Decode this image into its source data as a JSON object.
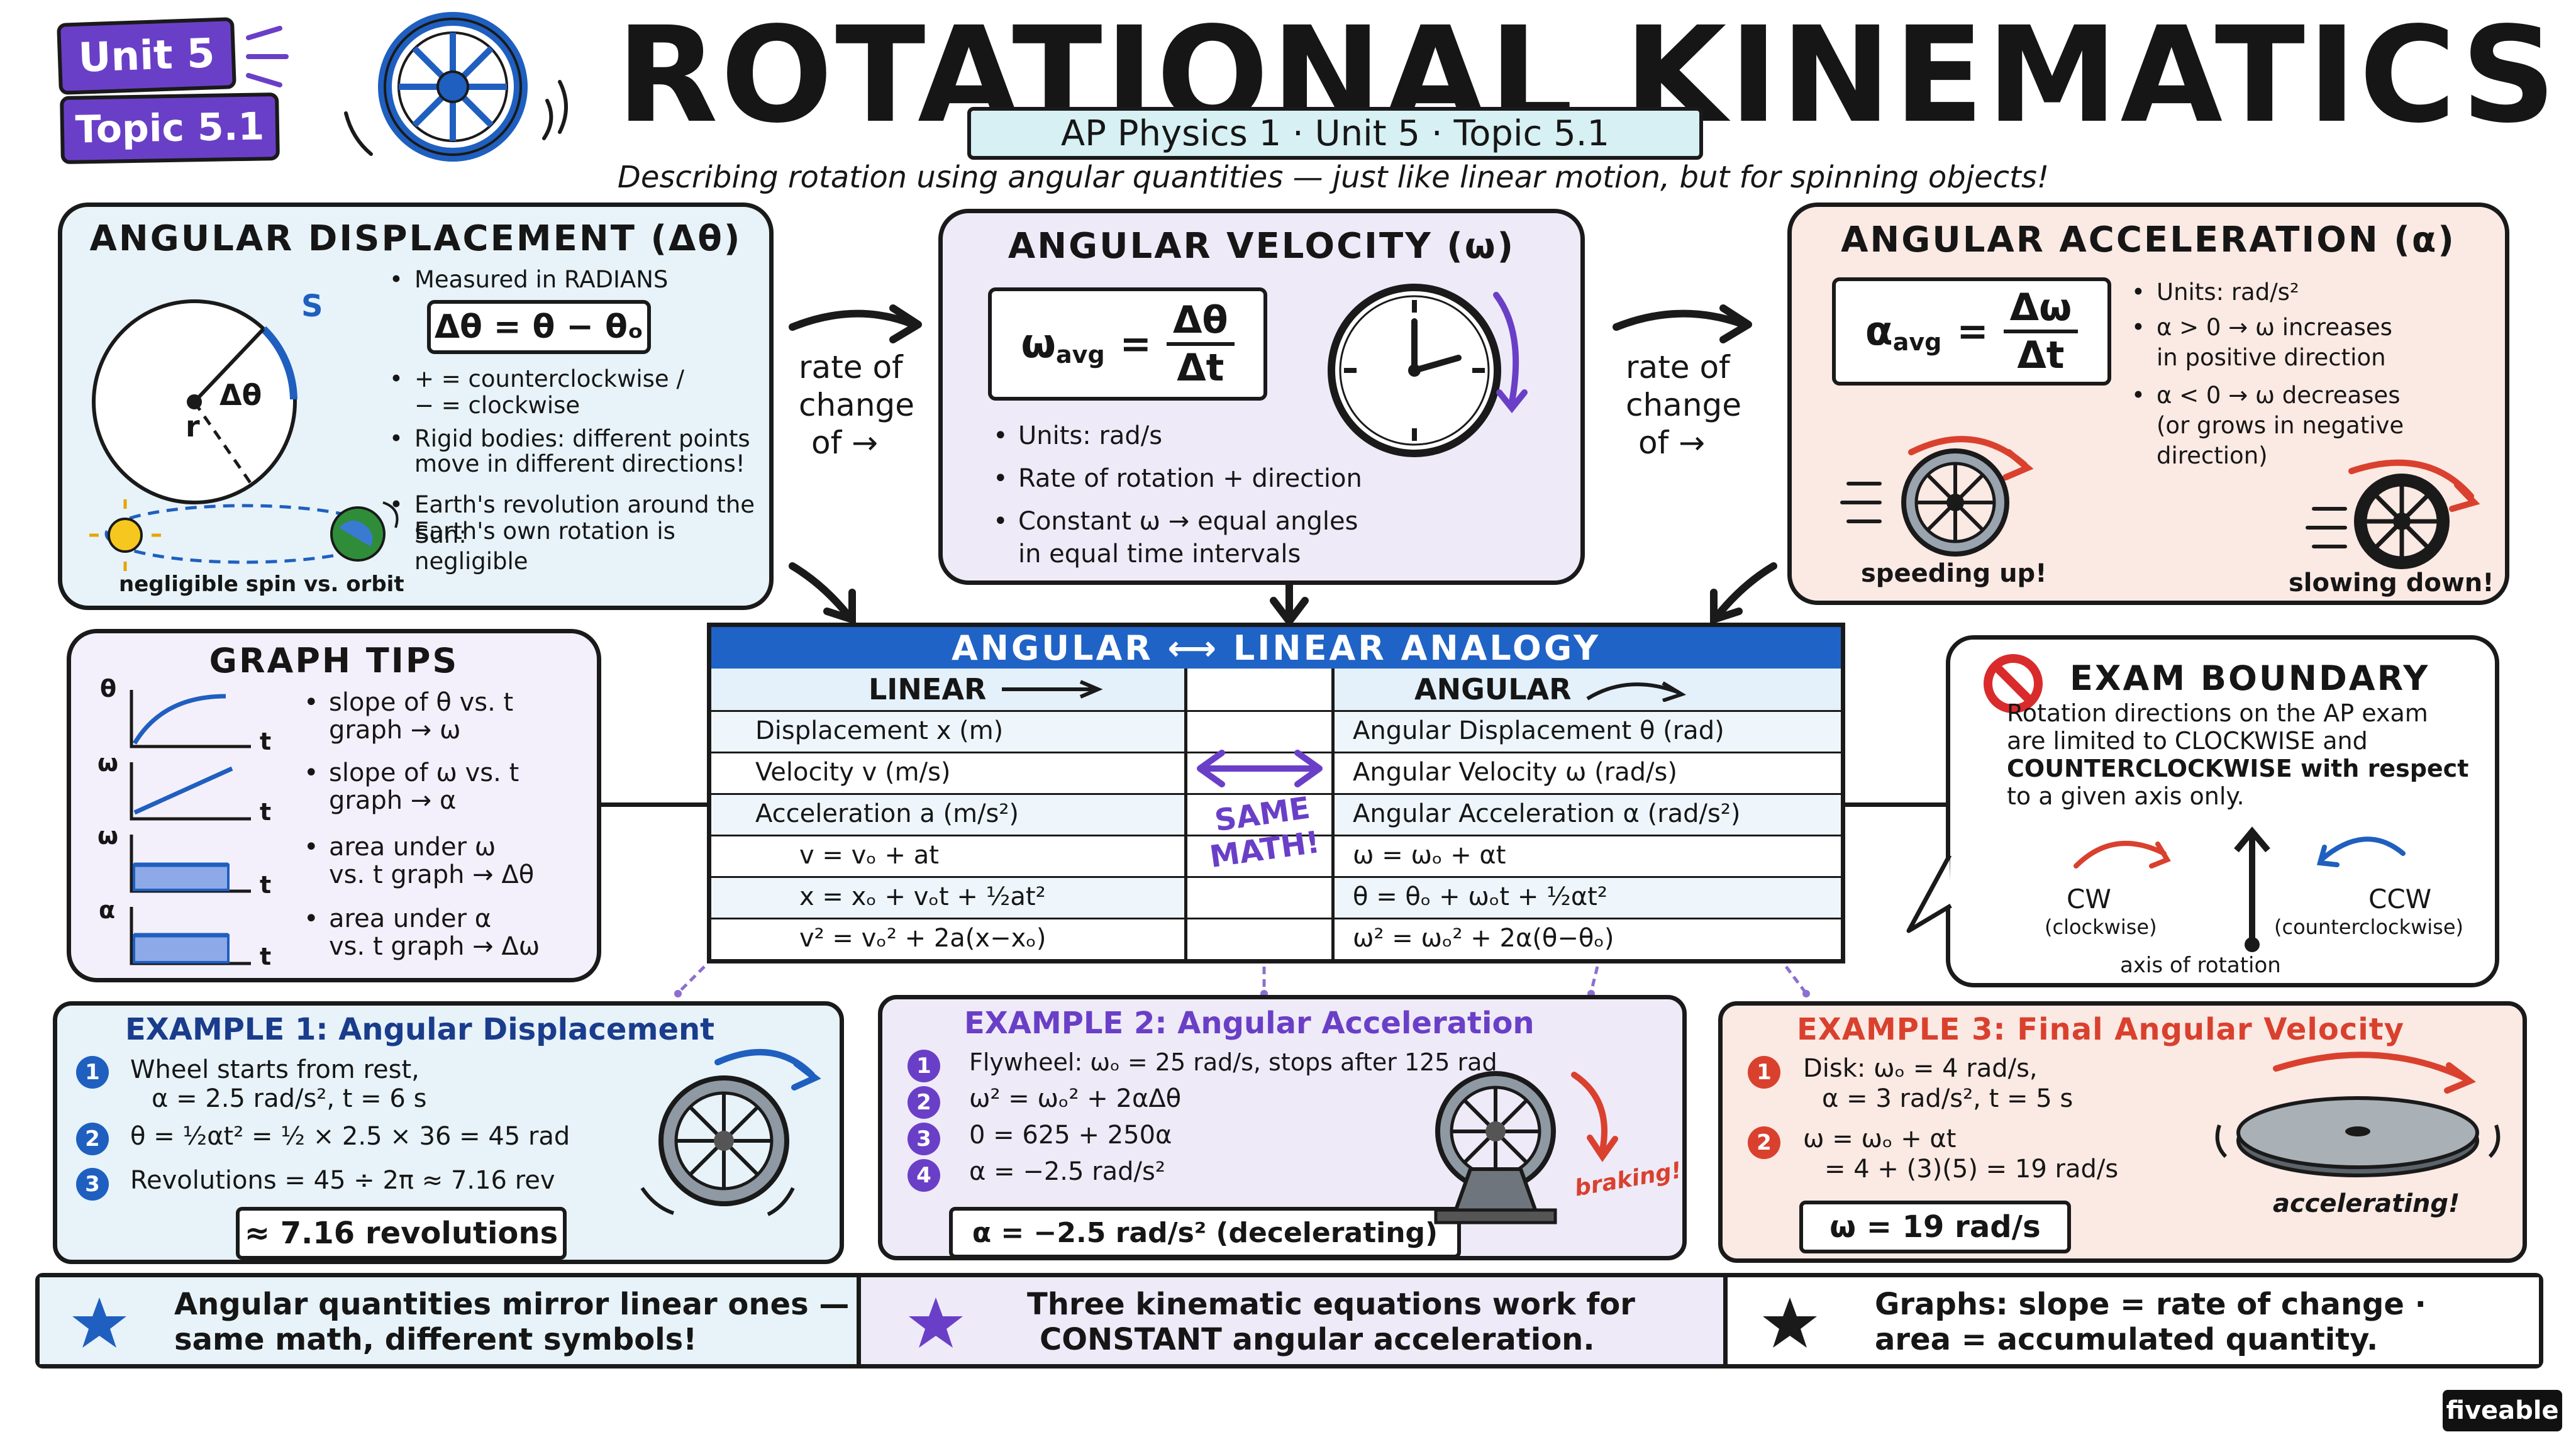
{
  "header": {
    "unit_badge": "Unit 5",
    "topic_badge": "Topic 5.1",
    "main_title": "ROTATIONAL KINEMATICS",
    "course_line": "AP Physics 1 · Unit 5 · Topic 5.1",
    "tagline": "Describing rotation using angular quantities — just like linear motion, but for spinning objects!"
  },
  "displacement": {
    "title": "ANGULAR DISPLACEMENT (Δθ)",
    "label_s": "S",
    "label_dtheta": "Δθ",
    "label_r": "r",
    "bullet1": "Measured in RADIANS",
    "formula": "Δθ = θ − θₒ",
    "bullet2a": "+ = counterclockwise /",
    "bullet2b": "− = clockwise",
    "bullet3a": "Rigid bodies: different points",
    "bullet3b": "move in different directions!",
    "bullet4a": "Earth's revolution around the Sun:",
    "bullet4b": "Earth's own rotation is negligible",
    "caption": "negligible spin vs. orbit"
  },
  "connector1": {
    "l1": "rate of",
    "l2": "change",
    "l3": "of →"
  },
  "connector2": {
    "l1": "rate of",
    "l2": "change",
    "l3": "of →"
  },
  "velocity": {
    "title": "ANGULAR VELOCITY (ω)",
    "formula_lhs": "ω",
    "formula_sub": "avg",
    "formula_eq": "=",
    "formula_num": "Δθ",
    "formula_den": "Δt",
    "bullet1": "Units: rad/s",
    "bullet2": "Rate of rotation + direction",
    "bullet3a": "Constant ω → equal angles",
    "bullet3b": "in equal time intervals"
  },
  "acceleration": {
    "title": "ANGULAR ACCELERATION (α)",
    "formula_lhs": "α",
    "formula_sub": "avg",
    "formula_eq": "=",
    "formula_num": "Δω",
    "formula_den": "Δt",
    "bullet1": "Units: rad/s²",
    "bullet2a": "α > 0 → ω increases",
    "bullet2b": "in positive direction",
    "bullet3a": "α < 0 → ω decreases",
    "bullet3b": "(or grows in negative",
    "bullet3c": "direction)",
    "caption_left": "speeding up!",
    "caption_right": "slowing down!"
  },
  "graph_tips": {
    "title": "GRAPH TIPS",
    "axis_labels": {
      "theta": "θ",
      "omega": "ω",
      "alpha": "α",
      "t": "t"
    },
    "tip1a": "slope of θ vs. t",
    "tip1b": "graph → ω",
    "tip2a": "slope of ω vs. t",
    "tip2b": "graph → α",
    "tip3a": "area under ω",
    "tip3b": "vs. t graph → Δθ",
    "tip4a": "area under α",
    "tip4b": "vs. t graph → Δω"
  },
  "analogy": {
    "title": "ANGULAR ⟷ LINEAR ANALOGY",
    "col_linear": "LINEAR",
    "col_angular": "ANGULAR",
    "same_math_1": "SAME",
    "same_math_2": "MATH!",
    "rows": [
      {
        "linear": "Displacement  x  (m)",
        "angular": "Angular Displacement  θ  (rad)"
      },
      {
        "linear": "Velocity  v  (m/s)",
        "angular": "Angular Velocity  ω  (rad/s)"
      },
      {
        "linear": "Acceleration  a  (m/s²)",
        "angular": "Angular Acceleration  α  (rad/s²)"
      },
      {
        "linear": "v = vₒ + at",
        "angular": "ω = ωₒ + αt"
      },
      {
        "linear": "x = xₒ + vₒt + ½at²",
        "angular": "θ = θₒ + ωₒt + ½αt²"
      },
      {
        "linear": "v² = vₒ² + 2a(x−xₒ)",
        "angular": "ω² = ωₒ² + 2α(θ−θₒ)"
      }
    ]
  },
  "exam": {
    "title": "EXAM BOUNDARY",
    "l1": "Rotation directions on the AP exam",
    "l2": "are limited to CLOCKWISE and",
    "l3": "COUNTERCLOCKWISE with respect",
    "l4": "to a given axis only.",
    "cw": "CW",
    "cw_sub": "(clockwise)",
    "ccw": "CCW",
    "ccw_sub": "(counterclockwise)",
    "axis": "axis of rotation"
  },
  "example1": {
    "title": "EXAMPLE 1: Angular Displacement",
    "s1a": "Wheel starts from rest,",
    "s1b": "α = 2.5 rad/s², t = 6 s",
    "s2": "θ = ½αt² = ½ × 2.5 × 36 = 45 rad",
    "s3": "Revolutions = 45 ÷ 2π ≈ 7.16 rev",
    "answer": "≈ 7.16 revolutions",
    "n1": "1",
    "n2": "2",
    "n3": "3"
  },
  "example2": {
    "title": "EXAMPLE 2: Angular Acceleration",
    "s1": "Flywheel: ωₒ = 25 rad/s, stops after 125 rad",
    "s2": "ω² = ωₒ² + 2αΔθ",
    "s3": "0 = 625 + 250α",
    "s4": "α = −2.5 rad/s²",
    "caption": "braking!",
    "answer": "α = −2.5 rad/s² (decelerating)",
    "n1": "1",
    "n2": "2",
    "n3": "3",
    "n4": "4"
  },
  "example3": {
    "title": "EXAMPLE 3: Final Angular Velocity",
    "s1a": "Disk: ωₒ = 4 rad/s,",
    "s1b": "α = 3 rad/s², t = 5 s",
    "s2a": "ω = ωₒ + αt",
    "s2b": "= 4 + (3)(5) = 19 rad/s",
    "caption": "accelerating!",
    "answer": "ω = 19 rad/s",
    "n1": "1",
    "n2": "2"
  },
  "takeaways": {
    "t1a": "Angular quantities mirror linear ones —",
    "t1b": "same math, different symbols!",
    "t2a": "Three kinematic equations work for",
    "t2b": "CONSTANT angular acceleration.",
    "t3a": "Graphs: slope = rate of change ·",
    "t3b": "area = accumulated quantity."
  },
  "brand": "fiveable",
  "colors": {
    "purple_badge": "#6a3fc7",
    "blue_accent": "#1f5fbf",
    "panel_blue": "#e7f3f9",
    "panel_purple": "#efeaf8",
    "panel_peach": "#fbe9e3",
    "red_accent": "#d9412e",
    "analogy_header": "#1f63c6"
  }
}
